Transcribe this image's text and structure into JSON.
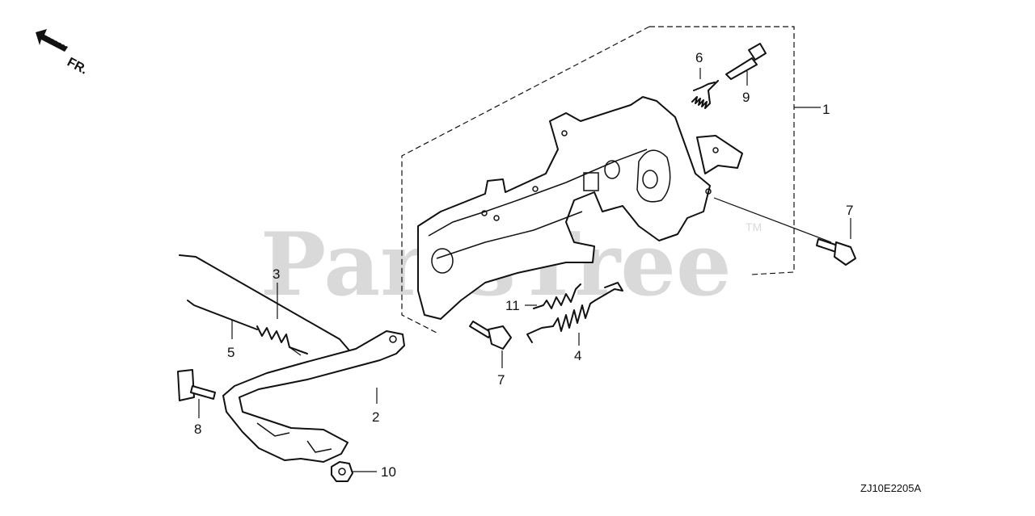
{
  "diagram": {
    "watermark": "PartsTree",
    "watermark_tm": "TM",
    "direction_indicator": "FR.",
    "diagram_code": "ZJ10E2205A",
    "callouts": [
      {
        "id": "1",
        "label": "1"
      },
      {
        "id": "2",
        "label": "2"
      },
      {
        "id": "3",
        "label": "3"
      },
      {
        "id": "4",
        "label": "4"
      },
      {
        "id": "5",
        "label": "5"
      },
      {
        "id": "6",
        "label": "6"
      },
      {
        "id": "7a",
        "label": "7"
      },
      {
        "id": "7b",
        "label": "7"
      },
      {
        "id": "8",
        "label": "8"
      },
      {
        "id": "9",
        "label": "9"
      },
      {
        "id": "10",
        "label": "10"
      },
      {
        "id": "11",
        "label": "11"
      }
    ]
  }
}
